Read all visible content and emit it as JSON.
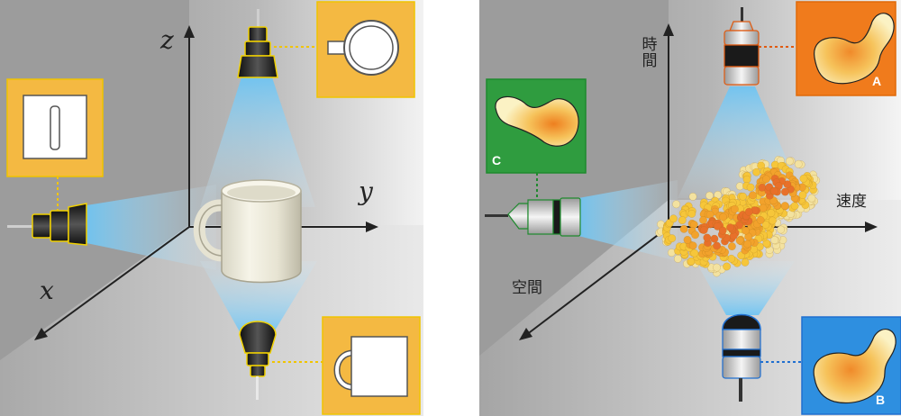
{
  "left_panel": {
    "axes": {
      "x": "x",
      "y": "y",
      "z": "z"
    },
    "colors": {
      "box": "#f4b942",
      "beam": "#7cc7f0",
      "wall": "#9a9a9a"
    }
  },
  "right_panel": {
    "axes": {
      "time": "時間",
      "velocity": "速度",
      "space": "空間"
    },
    "insets": {
      "a": {
        "label": "A",
        "color": "#f07b1c"
      },
      "b": {
        "label": "B",
        "color": "#2e8fe0"
      },
      "c": {
        "label": "C",
        "color": "#2f9c3f"
      }
    }
  }
}
